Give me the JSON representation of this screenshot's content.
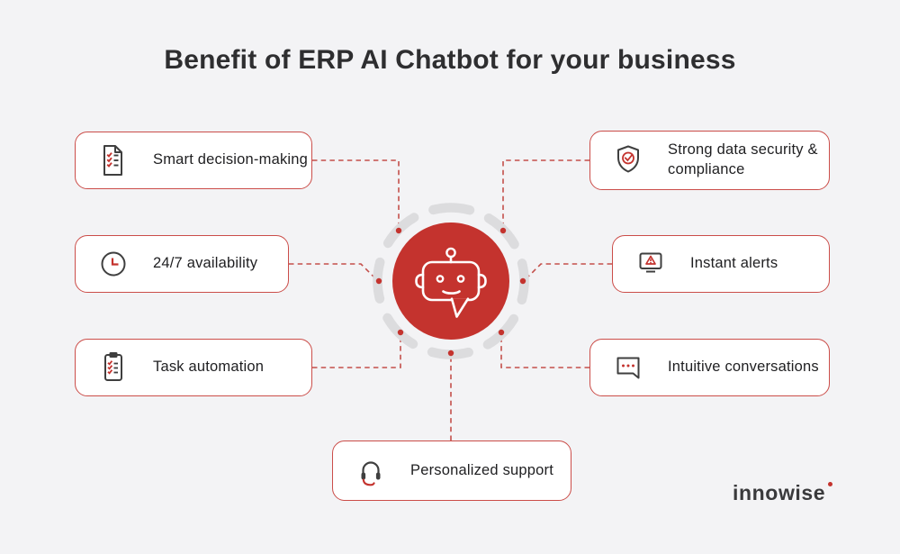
{
  "page": {
    "title": "Benefit of ERP AI Chatbot for your business",
    "background_color": "#F3F3F5"
  },
  "colors": {
    "accent_red": "#C4332E",
    "card_border_red": "#CB4D49",
    "connector_red": "#C4504B",
    "ring_gray": "#DCDCDE",
    "card_background": "#FFFFFF",
    "title_text": "#2E2E30",
    "label_text": "#1F1F21"
  },
  "center": {
    "icon": "chatbot-robot-icon"
  },
  "cards": [
    {
      "id": "smart-decision-making",
      "label": "Smart decision-making",
      "icon": "document-checklist-icon",
      "side": "left"
    },
    {
      "id": "availability",
      "label": "24/7 availability",
      "icon": "clock-icon",
      "side": "left"
    },
    {
      "id": "task-automation",
      "label": "Task automation",
      "icon": "clipboard-checklist-icon",
      "side": "left"
    },
    {
      "id": "data-security",
      "label": "Strong data security & compliance",
      "icon": "shield-check-icon",
      "side": "right"
    },
    {
      "id": "instant-alerts",
      "label": "Instant alerts",
      "icon": "monitor-alert-icon",
      "side": "right"
    },
    {
      "id": "intuitive-conversations",
      "label": "Intuitive conversations",
      "icon": "chat-dots-icon",
      "side": "right"
    },
    {
      "id": "personalized-support",
      "label": "Personalized support",
      "icon": "headset-icon",
      "side": "bottom"
    }
  ],
  "logo": {
    "text": "innowise"
  }
}
